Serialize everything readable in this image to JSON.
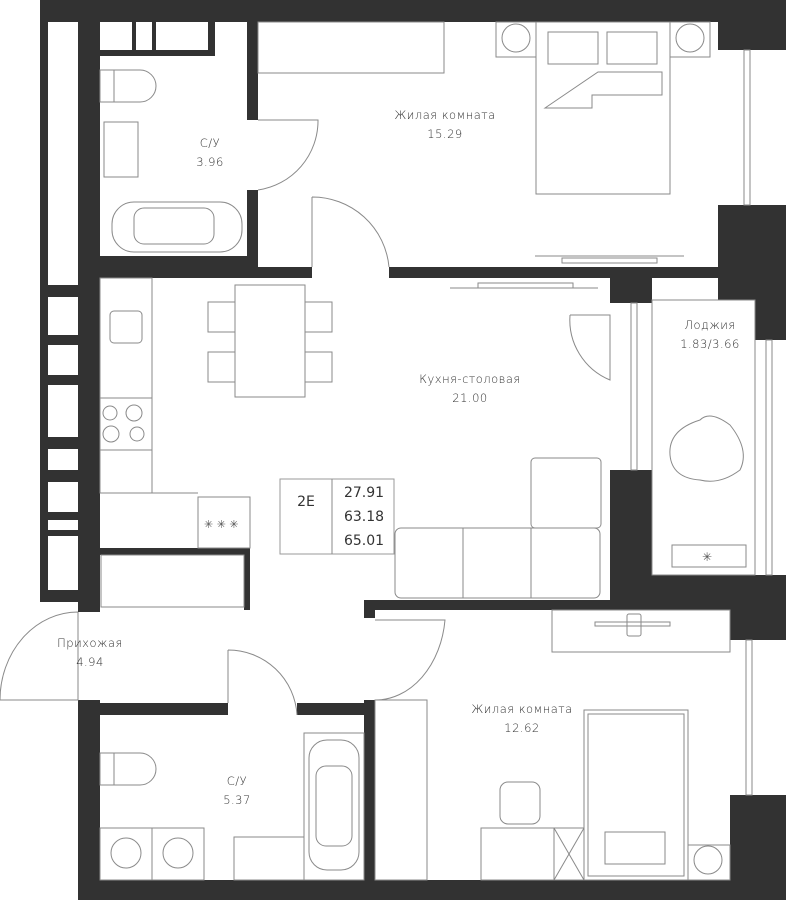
{
  "rooms": [
    {
      "name": "С/У",
      "area": "3.96"
    },
    {
      "name": "Жилая комната",
      "area": "15.29"
    },
    {
      "name": "Кухня-столовая",
      "area": "21.00"
    },
    {
      "name": "Лоджия",
      "area": "1.83/3.66"
    },
    {
      "name": "Прихожая",
      "area": "4.94"
    },
    {
      "name": "С/У",
      "area": "5.37"
    },
    {
      "name": "Жилая комната",
      "area": "12.62"
    }
  ],
  "apartment": {
    "type": "2E",
    "living_area": "27.91",
    "total_area": "63.18",
    "total_area_with_loggia": "65.01"
  },
  "colors": {
    "wall": "#323232",
    "line": "#8a8a8a"
  }
}
